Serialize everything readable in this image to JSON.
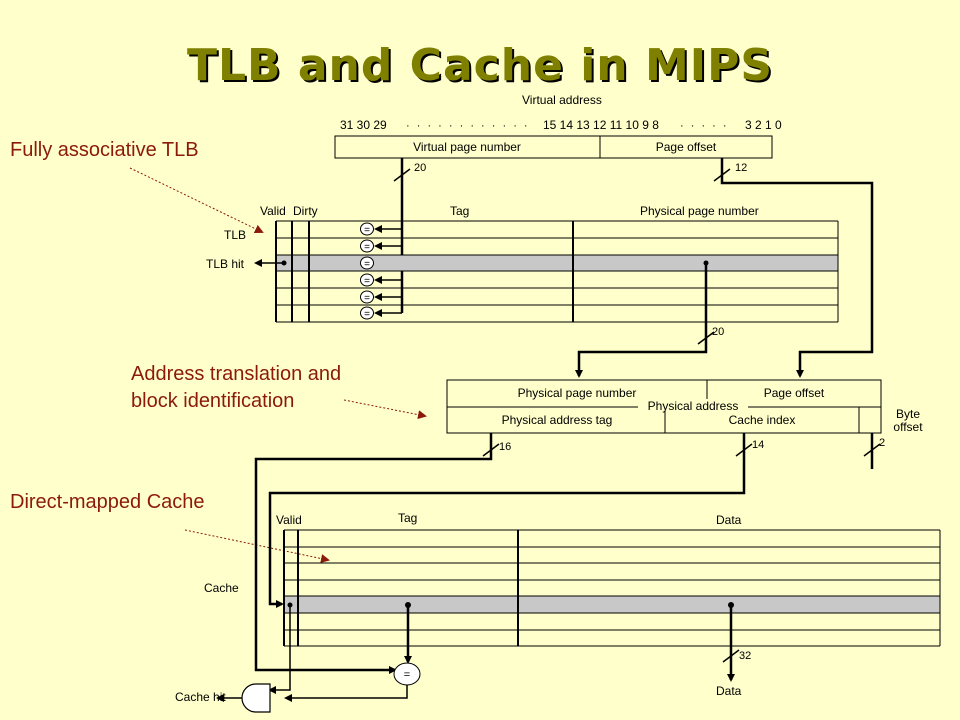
{
  "title": "TLB and Cache in MIPS",
  "annotations": {
    "tlb_note": "Fully associative TLB",
    "translation_note_line1": "Address translation and",
    "translation_note_line2": "block identification",
    "cache_note": "Direct-mapped Cache"
  },
  "virtual_address": {
    "label": "Virtual address",
    "bit_numbers_high": "31 30 29",
    "bit_numbers_mid": "15 14 13 12 11 10 9 8",
    "bit_numbers_low": "3 2 1 0",
    "field_vpn": "Virtual page number",
    "field_offset": "Page offset",
    "width_vpn": "20",
    "width_offset": "12"
  },
  "tlb": {
    "col_valid": "Valid",
    "col_dirty": "Dirty",
    "col_tag": "Tag",
    "col_ppn": "Physical page number",
    "label": "TLB",
    "hit_label": "TLB hit",
    "comparator_symbol": "=",
    "width_ppn": "20"
  },
  "physical_address": {
    "label": "Physical address",
    "field_ppn": "Physical page number",
    "field_offset": "Page offset",
    "field_tag": "Physical address tag",
    "field_index": "Cache index",
    "field_byte_offset_line1": "Byte",
    "field_byte_offset_line2": "offset",
    "width_tag": "16",
    "width_index": "14",
    "width_byte": "2"
  },
  "cache": {
    "col_valid": "Valid",
    "col_tag": "Tag",
    "col_data": "Data",
    "label": "Cache",
    "hit_label": "Cache hit",
    "comparator_symbol": "=",
    "data_width": "32",
    "data_out_label": "Data"
  },
  "colors": {
    "background": "#ffffcc",
    "title": "#808000",
    "annotation_text": "#8b1a0b",
    "selected_row": "#c8c8c8"
  }
}
